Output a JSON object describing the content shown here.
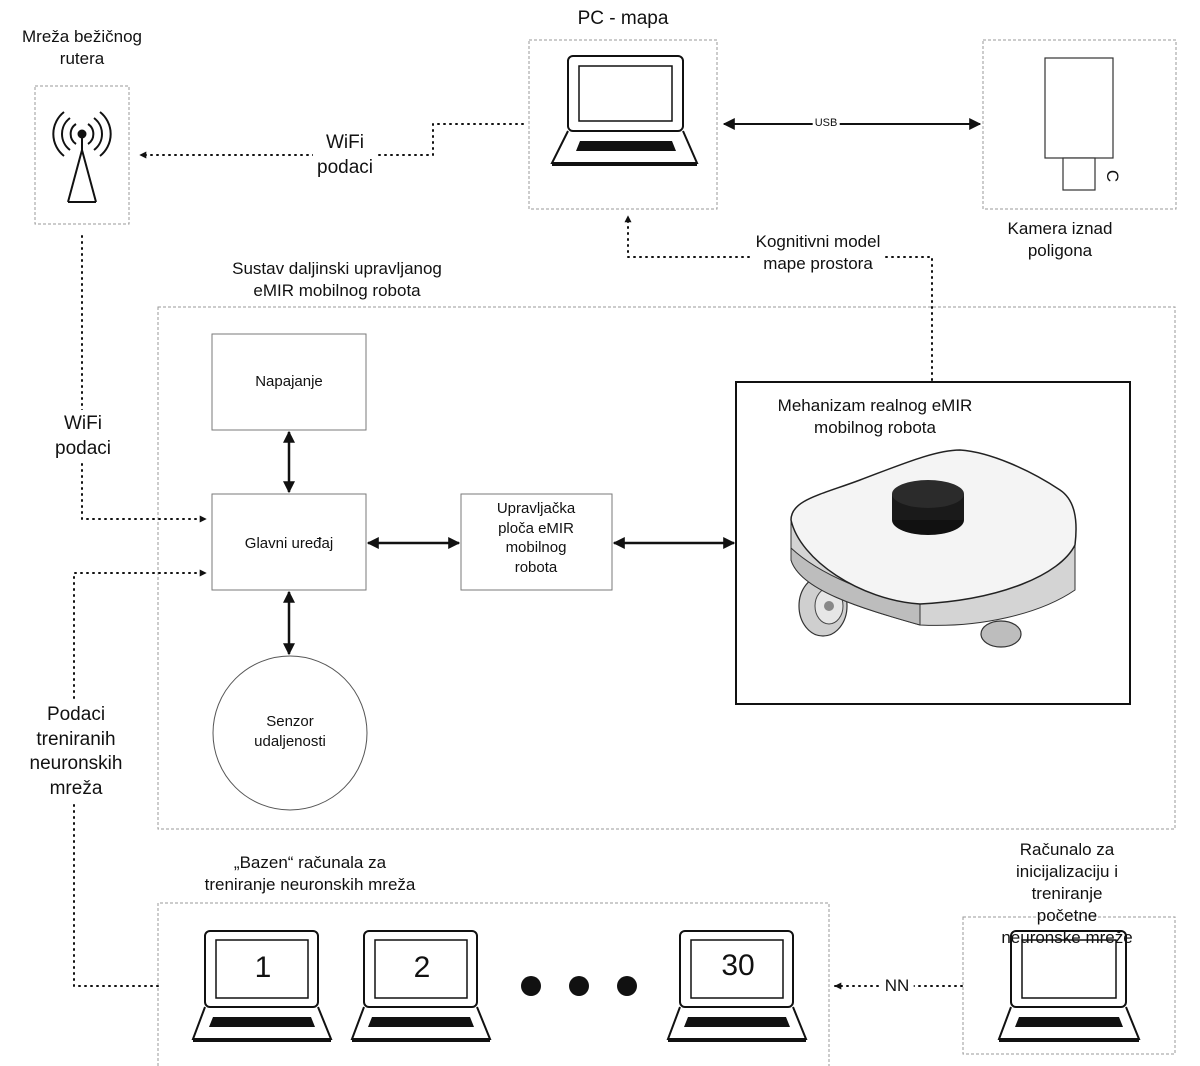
{
  "labels": {
    "router_title": "Mreža bežičnog\nrutera",
    "pc_title": "PC - mapa",
    "wifi_top": "WiFi\npodaci",
    "usb": "USB",
    "camera_title": "Kamera iznad\npoligona",
    "camera_mark": "C",
    "cognitive_model": "Kognitivni model\nmape prostora",
    "system_title": "Sustav daljinski upravljanog\neMIR mobilnog robota",
    "power": "Napajanje",
    "wifi_left": "WiFi\npodaci",
    "main_device": "Glavni uređaj",
    "control_board": "Upravljačka\nploča eMIR\nmobilnog\nrobota",
    "mechanism": "Mehanizam realnog eMIR\nmobilnog robota",
    "sensor": "Senzor\nudaljenosti",
    "trained_data": "Podaci\ntreniranih\nneuronskih\nmreža",
    "pool_title": "„Bazen“ računala za\ntreniranje neuronskih mreža",
    "init_computer": "Računalo za inicijalizaciju i\ntreniranje početne\nneuronske mreže",
    "nn": "NN"
  },
  "pool_laptops": [
    "1",
    "2",
    "30"
  ],
  "colors": {
    "line": "#111111",
    "dashed_border": "#9a9a9a",
    "box_border": "#7a7a7a",
    "robot_body": "#f2f2f2",
    "robot_top": "#1a1a1a"
  }
}
